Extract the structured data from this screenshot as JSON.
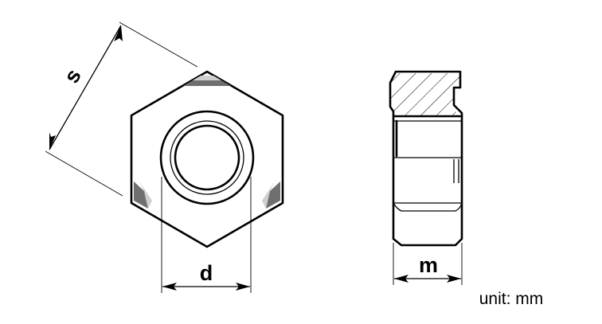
{
  "dimensions": {
    "s_label": "s",
    "d_label": "d",
    "m_label": "m"
  },
  "unit_note": "unit: mm",
  "colors": {
    "line": "#000000",
    "background": "#ffffff"
  }
}
